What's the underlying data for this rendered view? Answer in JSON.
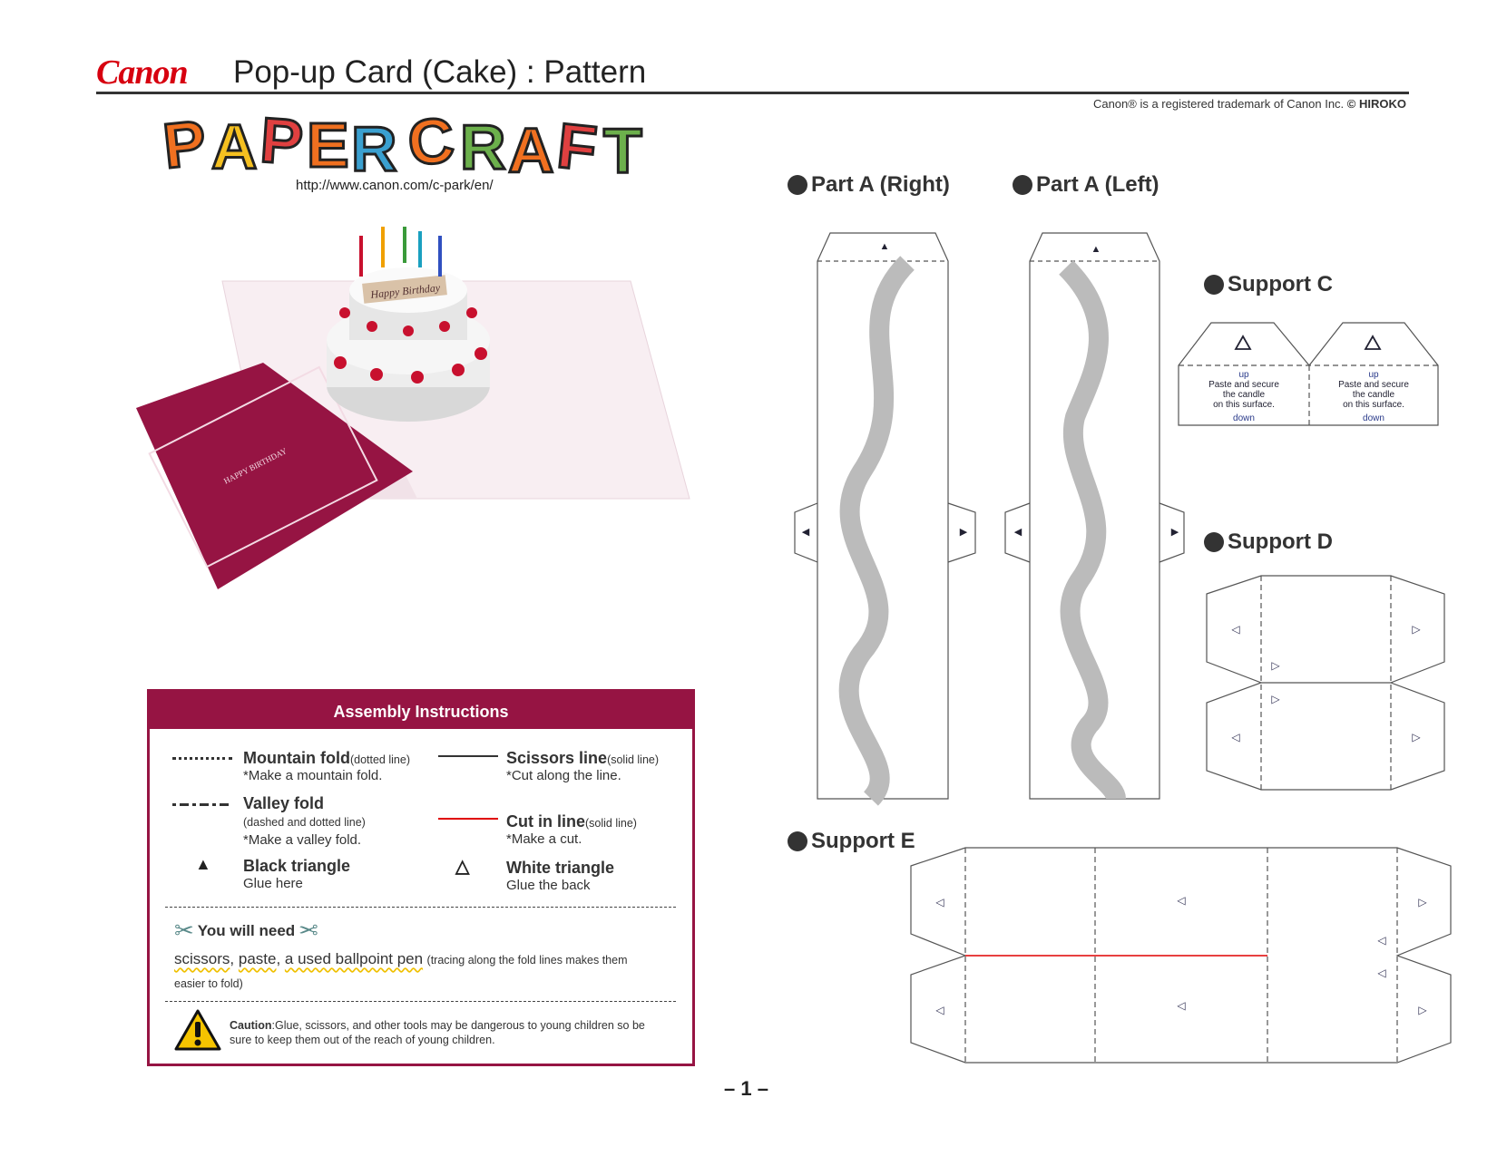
{
  "header": {
    "brand": "Canon",
    "title": "Pop-up Card (Cake) : Pattern",
    "trademark": "Canon® is a registered trademark of Canon Inc.",
    "copyright": "© HIROKO",
    "craft_logo": "PAPER CRAFT",
    "url": "http://www.canon.com/c-park/en/"
  },
  "photo": {
    "card_text": "HAPPY BIRTHDAY",
    "plaque_text": "Happy Birthday"
  },
  "parts": {
    "part_a_right": "Part A (Right)",
    "part_a_left": "Part A (Left)",
    "support_c": "Support C",
    "support_d": "Support D",
    "support_e": "Support E",
    "support_c_text": {
      "up": "up",
      "line1": "Paste and secure",
      "line2": "the candle",
      "line3": "on this surface.",
      "down": "down"
    }
  },
  "instructions": {
    "title": "Assembly Instructions",
    "mountain": {
      "name": "Mountain fold",
      "kind": "(dotted line)",
      "note": "*Make a mountain fold."
    },
    "scissors": {
      "name": "Scissors line",
      "kind": "(solid line)",
      "note": "*Cut along the line."
    },
    "valley": {
      "name": "Valley fold",
      "kind": "(dashed and dotted line)",
      "note": "*Make a valley fold."
    },
    "cutin": {
      "name": "Cut in line",
      "kind": "(solid line)",
      "note": "*Make a cut."
    },
    "black_tri": {
      "name": "Black triangle",
      "note": "Glue here"
    },
    "white_tri": {
      "name": "White triangle",
      "note": "Glue the back"
    },
    "need_title": "You will need",
    "need_items": [
      "scissors",
      "paste",
      "a used ballpoint pen"
    ],
    "need_note": "(tracing along the fold lines makes them easier to fold)",
    "caution_label": "Caution",
    "caution_text": ":Glue, scissors, and other tools may be dangerous to young children so be sure to keep them out of the reach of young children."
  },
  "page_number": "– 1 –",
  "colors": {
    "accent": "#961443",
    "cut_red": "#e00000",
    "canon_red": "#d7000f"
  }
}
